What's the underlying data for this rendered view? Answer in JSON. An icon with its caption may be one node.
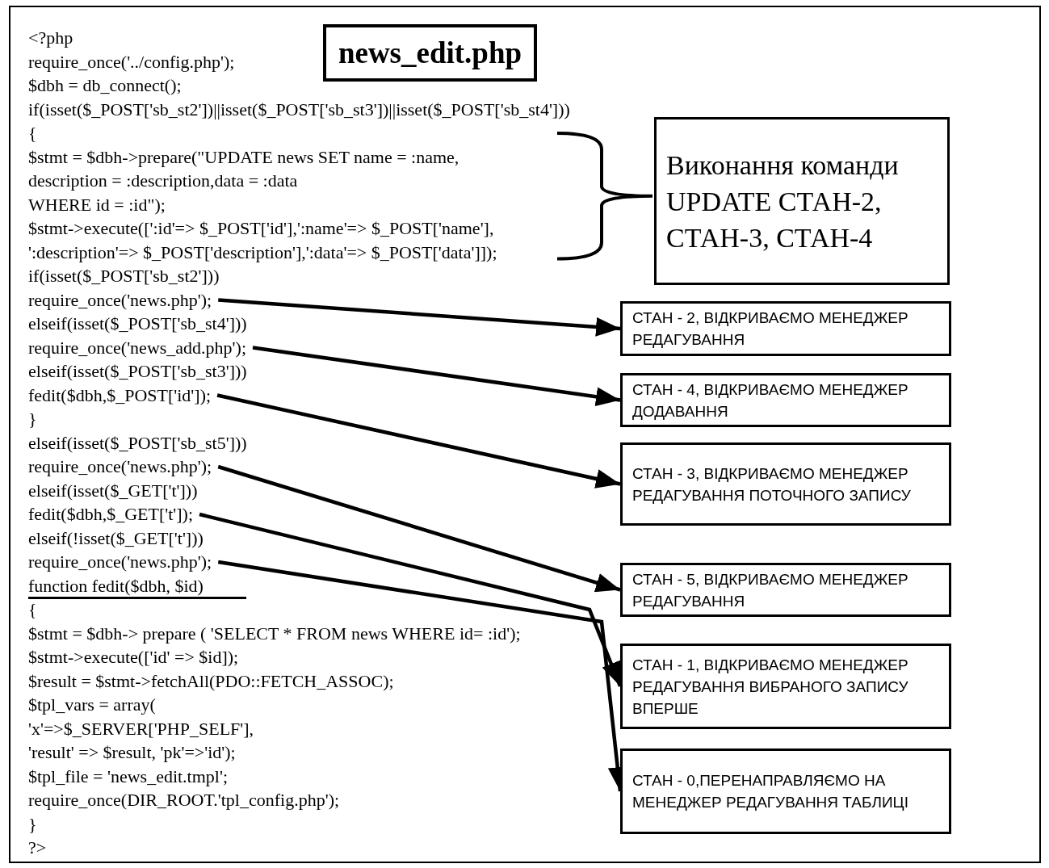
{
  "diagram": {
    "nodes": [
      {
        "text": [
          "news_edit.php"
        ]
      },
      {
        "text": [
          "Виконання команди UPDATE СТАН-2, СТАН-3, СТАН-4"
        ]
      },
      {
        "text": [
          "require_once('news.php');"
        ]
      },
      {
        "text": [
          "require_once('news_add.php');"
        ]
      },
      {
        "text": [
          "fedit($dbh,$_POST['id']);"
        ]
      },
      {
        "text": [
          "require_once('news.php');"
        ]
      },
      {
        "text": [
          "fedit($dbh,$_GET['t']);"
        ]
      },
      {
        "text": [
          "require_once('news.php');"
        ]
      },
      {
        "text": [
          "СТАН - 2, ВІДКРИВАЄМО МЕНЕДЖЕР РЕДАГУВАННЯ"
        ]
      },
      {
        "text": [
          "СТАН - 4, ВІДКРИВАЄМО МЕНЕДЖЕР ДОДАВАННЯ"
        ]
      },
      {
        "text": [
          "СТАН - 3, ВІДКРИВАЄМО МЕНЕДЖЕР РЕДАГУВАННЯ ПОТОЧНОГО ЗАПИСУ"
        ]
      },
      {
        "text": [
          "СТАН - 5, ВІДКРИВАЄМО МЕНЕДЖЕР РЕДАГУВАННЯ"
        ]
      },
      {
        "text": [
          "СТАН - 1, ВІДКРИВАЄМО МЕНЕДЖЕР РЕДАГУВАННЯ ВИБРАНОГО ЗАПИСУ ВПЕРШЕ"
        ]
      },
      {
        "text": [
          "СТАН - 0,ПЕРЕНАПРАВЛЯЄМО НА МЕНЕДЖЕР РЕДАГУВАННЯ ТАБЛИЦІ"
        ]
      }
    ],
    "edges": [
      {
        "from": 2,
        "to": 8,
        "arrow": "to"
      },
      {
        "from": 3,
        "to": 9,
        "arrow": "to"
      },
      {
        "from": 4,
        "to": 10,
        "arrow": "to"
      },
      {
        "from": 5,
        "to": 11,
        "arrow": "to"
      },
      {
        "from": 6,
        "to": 12,
        "arrow": "to"
      },
      {
        "from": 7,
        "to": 13,
        "arrow": "to"
      }
    ],
    "labels": [
      "<?php",
      "require_once('../config.php');",
      "$dbh = db_connect();",
      "if(isset($_POST['sb_st2'])||isset($_POST['sb_st3'])||isset($_POST['sb_st4']))",
      "{",
      "$stmt = $dbh->prepare(\"UPDATE news SET name = :name,",
      "description = :description,data = :data",
      "WHERE id = :id\");",
      "$stmt->execute([':id'=> $_POST['id'],':name'=> $_POST['name'],",
      "':description'=> $_POST['description'],':data'=> $_POST['data']]);",
      "if(isset($_POST['sb_st2']))",
      "elseif(isset($_POST['sb_st4']))",
      "elseif(isset($_POST['sb_st3']))",
      "}",
      "elseif(isset($_POST['sb_st5']))",
      "elseif(isset($_GET['t']))",
      "elseif(!isset($_GET['t']))",
      "function fedit($dbh, $id)",
      "{",
      "$stmt = $dbh-> prepare ( 'SELECT * FROM news WHERE id= :id');",
      "$stmt->execute(['id' => $id]);",
      "$result = $stmt->fetchAll(PDO::FETCH_ASSOC);",
      "$tpl_vars = array(",
      "'x'=>$_SERVER['PHP_SELF'],",
      "'result' => $result, 'pk'=>'id');",
      "$tpl_file = 'news_edit.tmpl';",
      "require_once(DIR_ROOT.'tpl_config.php');",
      "}",
      "?>"
    ]
  }
}
